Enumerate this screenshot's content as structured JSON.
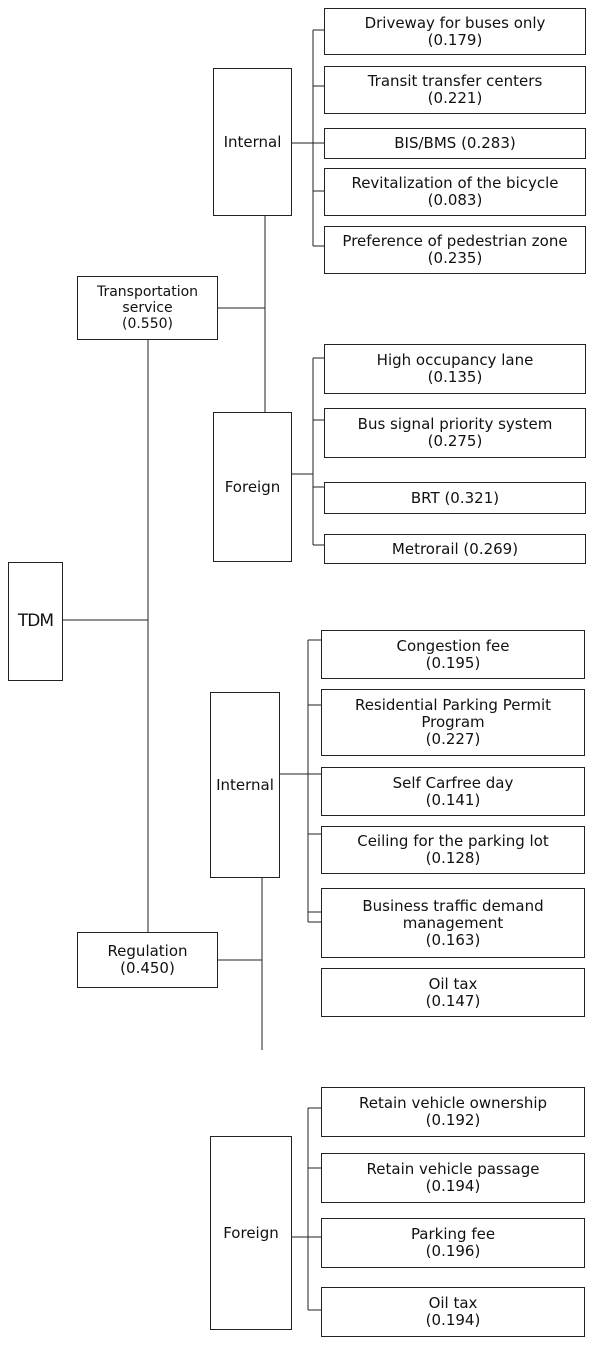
{
  "root": {
    "label": "TDM"
  },
  "transportation": {
    "line1": "Transportation",
    "line2": "service",
    "weight": "(0.550)"
  },
  "regulation": {
    "line1": "Regulation",
    "weight": "(0.450)"
  },
  "groups": {
    "ts_internal": "Internal",
    "ts_foreign": "Foreign",
    "reg_internal": "Internal",
    "reg_foreign": "Foreign"
  },
  "ts_internal_items": [
    {
      "l1": "Driveway for buses only",
      "l2": "(0.179)"
    },
    {
      "l1": "Transit transfer centers",
      "l2": "(0.221)"
    },
    {
      "l1": "BIS/BMS (0.283)"
    },
    {
      "l1": "Revitalization of the bicycle",
      "l2": "(0.083)"
    },
    {
      "l1": "Preference of pedestrian zone",
      "l2": "(0.235)"
    }
  ],
  "ts_foreign_items": [
    {
      "l1": "High occupancy lane",
      "l2": "(0.135)"
    },
    {
      "l1": "Bus signal priority system",
      "l2": "(0.275)"
    },
    {
      "l1": "BRT (0.321)"
    },
    {
      "l1": "Metrorail (0.269)"
    }
  ],
  "reg_internal_items": [
    {
      "l1": "Congestion fee",
      "l2": "(0.195)"
    },
    {
      "l1": "Residential Parking Permit",
      "l2": "Program",
      "l3": "(0.227)"
    },
    {
      "l1": "Self Carfree day",
      "l2": "(0.141)"
    },
    {
      "l1": "Ceiling for the parking lot",
      "l2": "(0.128)"
    },
    {
      "l1": "Business traffic demand",
      "l2": "management",
      "l3": "(0.163)"
    },
    {
      "l1": "Oil tax",
      "l2": "(0.147)"
    }
  ],
  "reg_foreign_items": [
    {
      "l1": "Retain vehicle ownership",
      "l2": "(0.192)"
    },
    {
      "l1": "Retain vehicle passage",
      "l2": "(0.194)"
    },
    {
      "l1": "Parking fee",
      "l2": "(0.196)"
    },
    {
      "l1": "Oil tax",
      "l2": "(0.194)"
    }
  ]
}
